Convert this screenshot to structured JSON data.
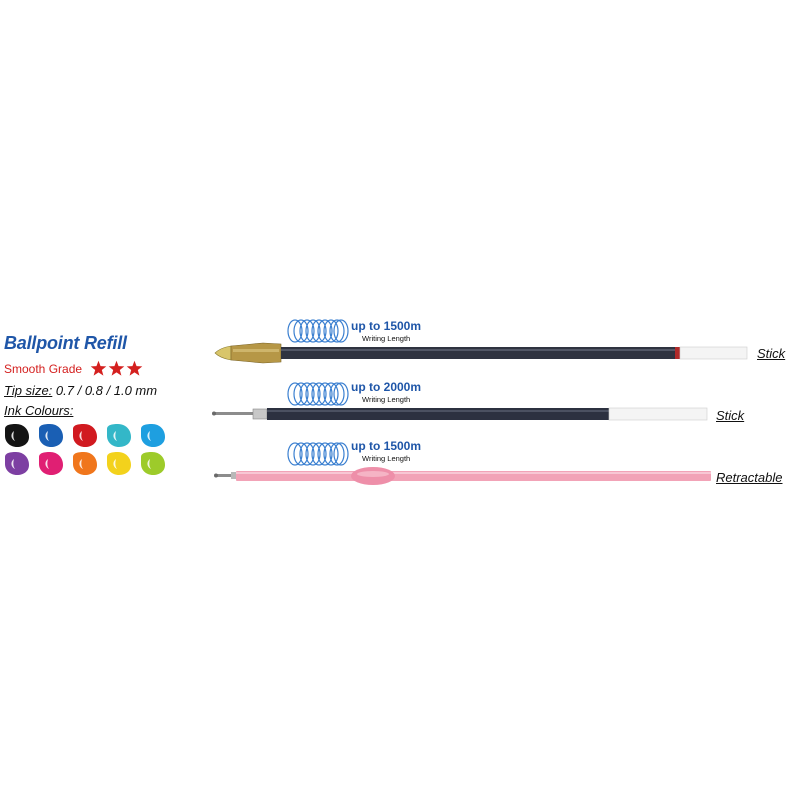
{
  "product": {
    "title": "Ballpoint Refill",
    "grade": "Smooth Grade",
    "rating": 3,
    "rating_max": 3,
    "tip_label": "Tip size:",
    "tip_value": " 0.7 / 0.8 / 1.0 mm",
    "ink_label": "Ink Colours:"
  },
  "ink_colours": [
    "#141414",
    "#1a5fb4",
    "#d11a20",
    "#33b7c8",
    "#1e9fe0",
    "#7d3fa2",
    "#e01f73",
    "#f0761c",
    "#f3d21c",
    "#9dcb2a"
  ],
  "refills": [
    {
      "spec": "up to 1500m",
      "sub": "Writing Length",
      "type": "Stick"
    },
    {
      "spec": "up to 2000m",
      "sub": "Writing Length",
      "type": "Stick"
    },
    {
      "spec": "up to 1500m",
      "sub": "Writing Length",
      "type": "Retractable"
    }
  ],
  "colors": {
    "brand_blue": "#1f56a8",
    "grade_red": "#d4201f",
    "coil_blue": "#3a7fd0",
    "pink_tube": "#f2a3b7"
  }
}
